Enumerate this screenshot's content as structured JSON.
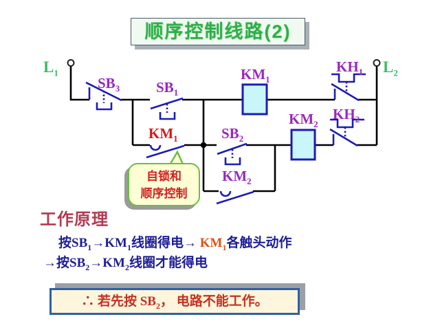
{
  "title": {
    "text": "顺序控制线路(2)"
  },
  "circuit": {
    "terminals": {
      "l1": {
        "base": "L",
        "sub": "1"
      },
      "l2": {
        "base": "L",
        "sub": "2"
      }
    },
    "components": {
      "sb3": {
        "base": "SB",
        "sub": "3"
      },
      "sb1": {
        "base": "SB",
        "sub": "1"
      },
      "km1_coil": {
        "base": "KM",
        "sub": "1"
      },
      "kh1": {
        "base": "KH",
        "sub": "1"
      },
      "km1_contact": {
        "base": "KM",
        "sub": "1"
      },
      "sb2": {
        "base": "SB",
        "sub": "2"
      },
      "km2_coil": {
        "base": "KM",
        "sub": "2"
      },
      "kh2": {
        "base": "KH",
        "sub": "2"
      },
      "km2_contact": {
        "base": "KM",
        "sub": "2"
      }
    },
    "callout": {
      "line1": "自锁和",
      "line2": "顺序控制"
    }
  },
  "principle": {
    "heading": "工作原理",
    "line1": {
      "p1": "按SB",
      "s1": "1",
      "p2": "→KM",
      "s2": "1",
      "p3": "线圈得电→ ",
      "p4": "KM",
      "s4": "1",
      "p5": "各触头动作"
    },
    "line2": {
      "p1": "→按SB",
      "s1": "2",
      "p2": "→KM",
      "s2": "2",
      "p3": "线圈才能得电"
    }
  },
  "conclusion": {
    "p1": "∴ 若先按 SB",
    "s1": "2",
    "p2": "， 电路不能工作。"
  },
  "colors": {
    "wire": "#000000",
    "contact_blue": "#1c1cb4",
    "coil_fill": "#c9f6fb",
    "label_purple": "#9928bd",
    "label_red": "#d41818",
    "terminal_green": "#3dbb6a",
    "title_green": "#2fae4a",
    "heading_crimson": "#b23a52",
    "body_navy": "#1d1d96",
    "highlight_orange": "#e05010",
    "conclusion_red": "#c53022",
    "callout_border_green": "#6abf40",
    "callout_fill": "#ffffd6"
  }
}
